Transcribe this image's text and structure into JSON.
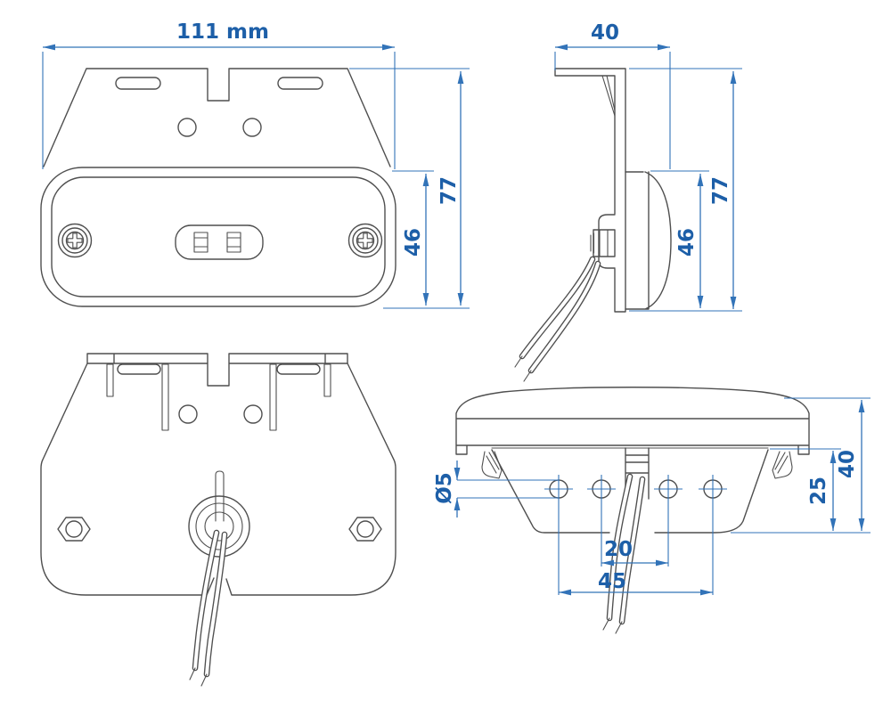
{
  "colors": {
    "dimension_line": "#3273b8",
    "dimension_text": "#1d5fa8",
    "outline": "#4f4f4f",
    "background": "#ffffff"
  },
  "views": {
    "front": {
      "dim_width": "111 mm",
      "dim_total_height": "77",
      "dim_lamp_height": "46"
    },
    "side": {
      "dim_depth": "40",
      "dim_total_height": "77",
      "dim_lamp_height": "46"
    },
    "bottom": {
      "dim_hole_diameter": "Ø5",
      "dim_hole_pitch_inner": "20",
      "dim_hole_pitch_outer": "45",
      "dim_body_height": "25",
      "dim_total_height": "40"
    }
  }
}
